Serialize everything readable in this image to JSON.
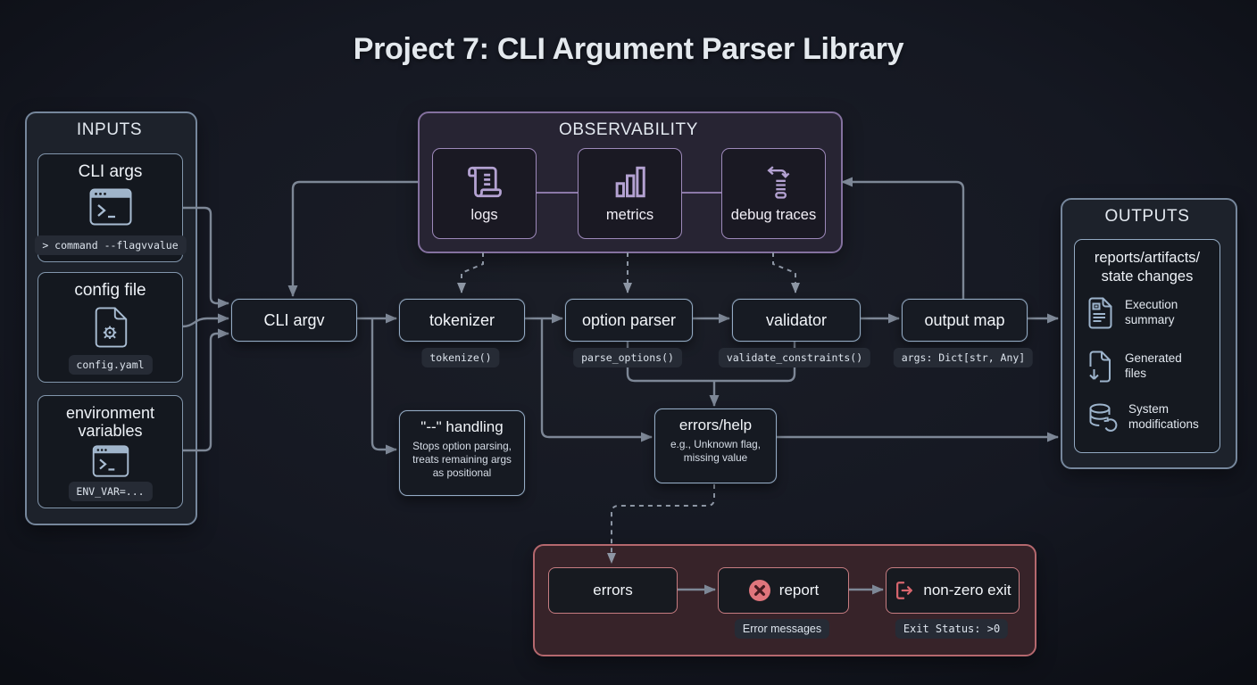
{
  "title": "Project 7: CLI Argument Parser Library",
  "inputs": {
    "title": "INPUTS",
    "items": [
      {
        "label": "CLI args",
        "icon": "terminal-icon",
        "code": "> command --flagvvalue"
      },
      {
        "label": "config file",
        "icon": "gear-file-icon",
        "code": "config.yaml"
      },
      {
        "label": "environment\nvariables",
        "icon": "terminal-icon",
        "code": "ENV_VAR=..."
      }
    ]
  },
  "observability": {
    "title": "OBSERVABILITY",
    "items": [
      {
        "label": "logs",
        "icon": "scroll-icon"
      },
      {
        "label": "metrics",
        "icon": "bar-chart-icon"
      },
      {
        "label": "debug traces",
        "icon": "trace-icon"
      }
    ]
  },
  "pipeline": {
    "nodes": [
      {
        "label": "CLI argv"
      },
      {
        "label": "tokenizer",
        "code": "tokenize()"
      },
      {
        "label": "option parser",
        "code": "parse_options()"
      },
      {
        "label": "validator",
        "code": "validate_constraints()"
      },
      {
        "label": "output map",
        "code": "args: Dict[str, Any]"
      }
    ]
  },
  "dashdash_handling": {
    "title": "\"--\" handling",
    "body": "Stops option parsing,\ntreats remaining args\nas positional"
  },
  "errors_help": {
    "title": "errors/help",
    "body": "e.g., Unknown flag,\nmissing value"
  },
  "outputs": {
    "title": "OUTPUTS",
    "box_title": "reports/artifacts/\nstate changes",
    "items": [
      {
        "label": "Execution\nsummary",
        "icon": "report-doc-icon"
      },
      {
        "label": "Generated\nfiles",
        "icon": "file-download-icon"
      },
      {
        "label": "System\nmodifications",
        "icon": "database-sync-icon"
      }
    ]
  },
  "error_flow": {
    "nodes": [
      {
        "label": "errors"
      },
      {
        "label": "report",
        "icon": "x-circle-icon",
        "code": "Error messages"
      },
      {
        "label": "non-zero exit",
        "icon": "exit-arrow-icon",
        "code": "Exit Status: >0"
      }
    ]
  },
  "colors": {
    "steel_border": "#76879c",
    "node_border": "#94abc4",
    "purple_border": "#84719f",
    "red_border": "#b5686e",
    "arrow": "#7d8796",
    "error_badge": "#e0757c"
  }
}
